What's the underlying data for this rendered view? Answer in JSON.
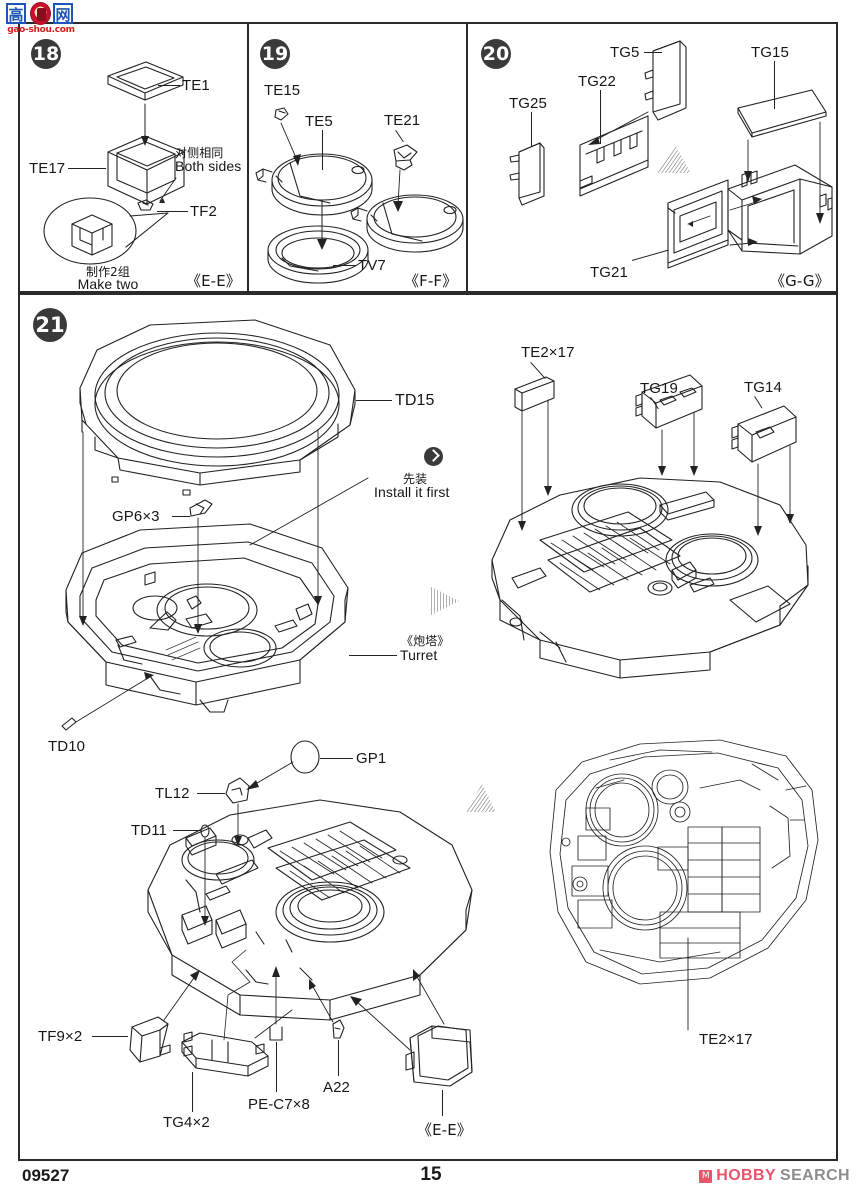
{
  "document": {
    "kit_number": "09527",
    "page_number": "15",
    "brand_mark": "M",
    "brand_name_primary": "HOBBY",
    "brand_name_secondary": "SEARCH"
  },
  "watermark": {
    "char_left": "高",
    "char_right": "网",
    "url": "gao-shou.com"
  },
  "steps": [
    {
      "id": "step-18",
      "number": "18",
      "section": "《E-E》",
      "notes": [
        {
          "cn": "对侧相同",
          "en": "Both sides"
        },
        {
          "cn": "制作2组",
          "en": "Make two"
        }
      ],
      "parts": [
        "TE1",
        "TE17",
        "TF2"
      ]
    },
    {
      "id": "step-19",
      "number": "19",
      "section": "《F-F》",
      "parts": [
        "TE15",
        "TE5",
        "TE21",
        "TV7"
      ]
    },
    {
      "id": "step-20",
      "number": "20",
      "section": "《G-G》",
      "parts": [
        "TG5",
        "TG15",
        "TG22",
        "TG25",
        "TG21"
      ]
    },
    {
      "id": "step-21",
      "number": "21",
      "section": "《E-E》",
      "notes": [
        {
          "cn": "先装",
          "en": "Install it first"
        },
        {
          "cn": "《炮塔》",
          "en": "Turret"
        }
      ],
      "parts": [
        "TD15",
        "GP6×3",
        "TD10",
        "TE2×17",
        "TG19",
        "TG14",
        "GP1",
        "TL12",
        "TD11",
        "TF9×2",
        "TG4×2",
        "PE-C7×8",
        "A22",
        "TE2×17"
      ]
    }
  ],
  "labels": {
    "te1": "TE1",
    "te17": "TE17",
    "tf2": "TF2",
    "both_sides_cn": "对侧相同",
    "both_sides_en": "Both sides",
    "make_two_cn": "制作2组",
    "make_two_en": "Make two",
    "sect_ee_18": "《E-E》",
    "te15": "TE15",
    "te5": "TE5",
    "te21": "TE21",
    "tv7": "TV7",
    "sect_ff": "《F-F》",
    "tg5": "TG5",
    "tg15": "TG15",
    "tg22": "TG22",
    "tg25": "TG25",
    "tg21": "TG21",
    "sect_gg": "《G-G》",
    "td15": "TD15",
    "gp6x3": "GP6×3",
    "install_first_cn": "先装",
    "install_first_en": "Install it first",
    "turret_cn": "《炮塔》",
    "turret_en": "Turret",
    "td10": "TD10",
    "te2x17_top": "TE2×17",
    "tg19": "TG19",
    "tg14": "TG14",
    "gp1": "GP1",
    "tl12": "TL12",
    "td11": "TD11",
    "tf9x2": "TF9×2",
    "tg4x2": "TG4×2",
    "pec7x8": "PE-C7×8",
    "a22": "A22",
    "te2x17_bottom": "TE2×17",
    "sect_ee_21": "《E-E》"
  },
  "colors": {
    "ink": "#1a1a1a",
    "frame": "#2b2b2b",
    "bullet": "#3a3a3a",
    "brand_pink": "#e8546a",
    "brand_gray": "#8d8d8d",
    "watermark_blue": "#1d55b8",
    "watermark_red": "#d41b1b"
  }
}
